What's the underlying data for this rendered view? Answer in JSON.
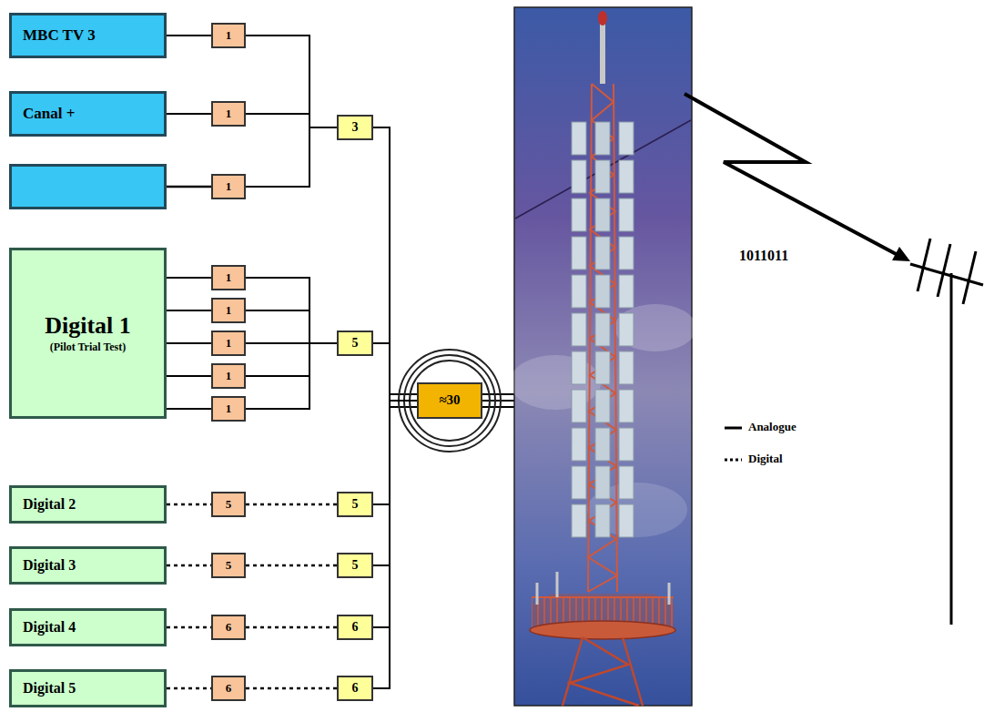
{
  "diagram": {
    "nodes": [
      {
        "text": [
          "MBC TV 3"
        ]
      },
      {
        "text": [
          "1"
        ]
      },
      {
        "text": [
          "Canal +"
        ]
      },
      {
        "text": [
          "1"
        ]
      },
      {
        "text": [
          "1"
        ]
      },
      {
        "text": [
          "3"
        ]
      },
      {
        "text": [
          "Digital 1",
          "(Pilot Trial Test)"
        ]
      },
      {
        "text": [
          "1"
        ]
      },
      {
        "text": [
          "1"
        ]
      },
      {
        "text": [
          "1"
        ]
      },
      {
        "text": [
          "1"
        ]
      },
      {
        "text": [
          "1"
        ]
      },
      {
        "text": [
          "5"
        ]
      },
      {
        "text": [
          "Digital 2"
        ]
      },
      {
        "text": [
          "5"
        ]
      },
      {
        "text": [
          "5"
        ]
      },
      {
        "text": [
          "Digital 3"
        ]
      },
      {
        "text": [
          "5"
        ]
      },
      {
        "text": [
          "5"
        ]
      },
      {
        "text": [
          "Digital 4"
        ]
      },
      {
        "text": [
          "6"
        ]
      },
      {
        "text": [
          "6"
        ]
      },
      {
        "text": [
          "Digital 5"
        ]
      },
      {
        "text": [
          "6"
        ]
      },
      {
        "text": [
          "6"
        ]
      },
      {
        "text": [
          "≈30"
        ]
      }
    ],
    "edges": [
      {
        "from": 0,
        "to": 1,
        "arrow": "none"
      },
      {
        "from": 2,
        "to": 3,
        "arrow": "none"
      },
      {
        "from": 1,
        "to": 5,
        "arrow": "none"
      },
      {
        "from": 3,
        "to": 5,
        "arrow": "none"
      },
      {
        "from": 4,
        "to": 5,
        "arrow": "none"
      },
      {
        "from": 6,
        "to": 7,
        "arrow": "none"
      },
      {
        "from": 6,
        "to": 8,
        "arrow": "none"
      },
      {
        "from": 6,
        "to": 9,
        "arrow": "none"
      },
      {
        "from": 6,
        "to": 10,
        "arrow": "none"
      },
      {
        "from": 6,
        "to": 11,
        "arrow": "none"
      },
      {
        "from": 7,
        "to": 12,
        "arrow": "none"
      },
      {
        "from": 8,
        "to": 12,
        "arrow": "none"
      },
      {
        "from": 9,
        "to": 12,
        "arrow": "none"
      },
      {
        "from": 10,
        "to": 12,
        "arrow": "none"
      },
      {
        "from": 11,
        "to": 12,
        "arrow": "none"
      },
      {
        "from": 13,
        "to": 14,
        "arrow": "none"
      },
      {
        "from": 14,
        "to": 15,
        "arrow": "none"
      },
      {
        "from": 16,
        "to": 17,
        "arrow": "none"
      },
      {
        "from": 17,
        "to": 18,
        "arrow": "none"
      },
      {
        "from": 19,
        "to": 20,
        "arrow": "none"
      },
      {
        "from": 20,
        "to": 21,
        "arrow": "none"
      },
      {
        "from": 22,
        "to": 23,
        "arrow": "none"
      },
      {
        "from": 23,
        "to": 24,
        "arrow": "none"
      },
      {
        "from": 5,
        "to": 25,
        "arrow": "none"
      },
      {
        "from": 12,
        "to": 25,
        "arrow": "none"
      },
      {
        "from": 15,
        "to": 25,
        "arrow": "none"
      },
      {
        "from": 18,
        "to": 25,
        "arrow": "none"
      },
      {
        "from": 21,
        "to": 25,
        "arrow": "none"
      },
      {
        "from": 24,
        "to": 25,
        "arrow": "none"
      }
    ],
    "labels": [
      "1011011"
    ],
    "legend": [
      {
        "text": "Analogue"
      },
      {
        "text": "Digital"
      }
    ]
  }
}
